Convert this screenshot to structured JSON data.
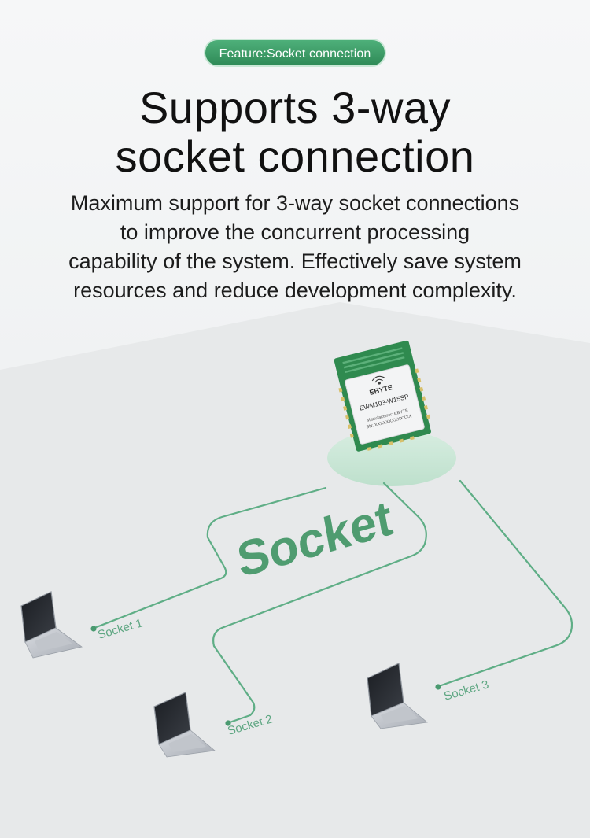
{
  "badge": {
    "label": "Feature:Socket connection"
  },
  "headline": {
    "line1": "Supports 3-way",
    "line2": "socket connection"
  },
  "description": {
    "line1": "Maximum support for 3-way socket connections",
    "line2": "to improve the concurrent processing",
    "line3": "capability of the system. Effectively save system",
    "line4": "resources and reduce development complexity."
  },
  "module": {
    "brand": "EBYTE",
    "model": "EWM103-W15SP",
    "manufacturer": "Manufacturer: EBYTE",
    "serial": "SN: XXXXXXXXXXXXX"
  },
  "diagram": {
    "center_label": "Socket",
    "links": [
      {
        "label": "Socket 1"
      },
      {
        "label": "Socket 2"
      },
      {
        "label": "Socket 3"
      }
    ]
  },
  "colors": {
    "accent": "#3c9a68",
    "line": "#5fae86"
  }
}
